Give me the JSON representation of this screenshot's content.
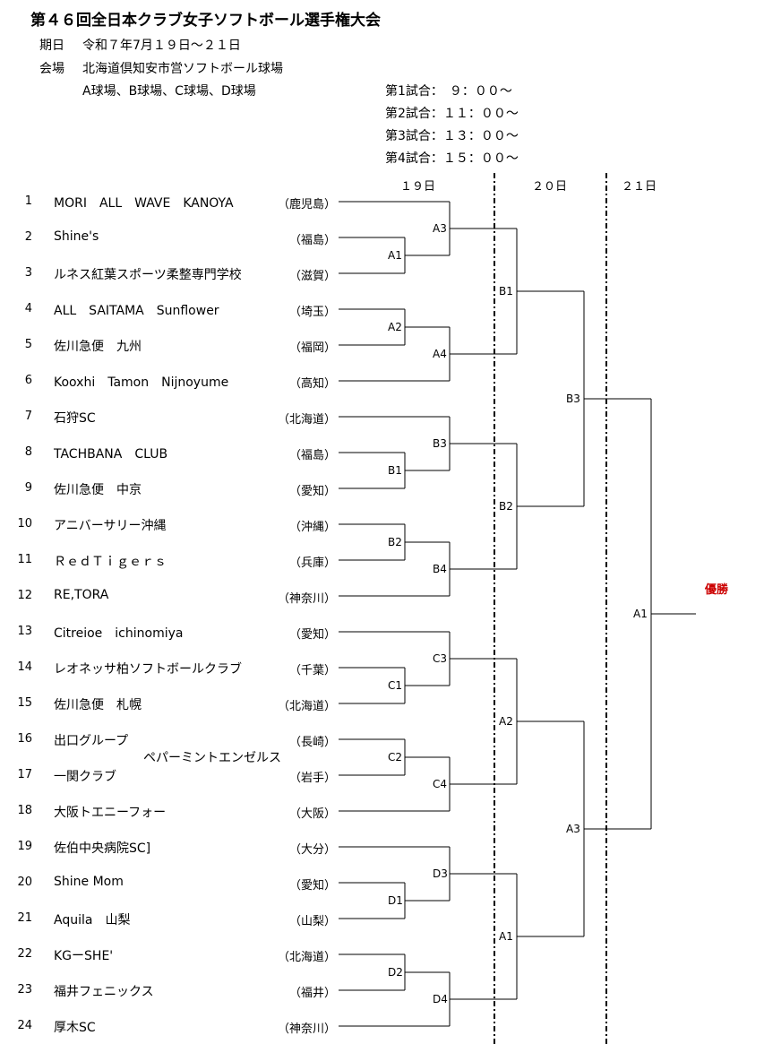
{
  "header": {
    "title": "第４６回全日本クラブ女子ソフトボール選手権大会",
    "date_label": "期日",
    "date_value": "令和７年7月１９日～２１日",
    "venue_label": "会場",
    "venue_value": "北海道倶知安市営ソフトボール球場",
    "fields": "A球場、B球場、C球場、D球場"
  },
  "schedule": [
    "第1試合：　９：００～",
    "第2試合：１１：００～",
    "第3試合：１３：００～",
    "第4試合：１５：００～"
  ],
  "days": [
    "１９日",
    "２０日",
    "２１日"
  ],
  "teams": [
    {
      "num": "1",
      "name": "MORI　ALL　WAVE　KANOYA",
      "pref": "（鹿児島）"
    },
    {
      "num": "2",
      "name": "Shine's",
      "pref": "（福島）"
    },
    {
      "num": "3",
      "name": "ルネス紅葉スポーツ柔整専門学校",
      "pref": "（滋賀）"
    },
    {
      "num": "4",
      "name": "ALL　SAITAMA　Sunflower",
      "pref": "（埼玉）"
    },
    {
      "num": "5",
      "name": "佐川急便　九州",
      "pref": "（福岡）"
    },
    {
      "num": "6",
      "name": "Kooxhi　Tamon　Nijnoyume",
      "pref": "（高知）"
    },
    {
      "num": "7",
      "name": "石狩SC",
      "pref": "（北海道）"
    },
    {
      "num": "8",
      "name": "TACHBANA　CLUB",
      "pref": "（福島）"
    },
    {
      "num": "9",
      "name": "佐川急便　中京",
      "pref": "（愛知）"
    },
    {
      "num": "10",
      "name": "アニバーサリー沖縄",
      "pref": "（沖縄）"
    },
    {
      "num": "11",
      "name": "ＲｅｄＴｉｇｅｒｓ",
      "pref": "（兵庫）"
    },
    {
      "num": "12",
      "name": "RE,TORA",
      "pref": "（神奈川）"
    },
    {
      "num": "13",
      "name": "Citreioe　ichinomiya",
      "pref": "（愛知）"
    },
    {
      "num": "14",
      "name": "レオネッサ柏ソフトボールクラブ",
      "pref": "（千葉）"
    },
    {
      "num": "15",
      "name": "佐川急便　札幌",
      "pref": "（北海道）"
    },
    {
      "num": "16",
      "name": "出口グループ",
      "pref": "（長崎）"
    },
    {
      "num": "17",
      "name": "一関クラブ",
      "pref": "（岩手）"
    },
    {
      "num": "18",
      "name": "大阪トエニーフォー",
      "pref": "（大阪）"
    },
    {
      "num": "19",
      "name": "佐伯中央病院SC]",
      "pref": "（大分）"
    },
    {
      "num": "20",
      "name": "Shine Mom",
      "pref": "（愛知）"
    },
    {
      "num": "21",
      "name": "Aquila　山梨",
      "pref": "（山梨）"
    },
    {
      "num": "22",
      "name": "KGーSHE'",
      "pref": "（北海道）"
    },
    {
      "num": "23",
      "name": "福井フェニックス",
      "pref": "（福井）"
    },
    {
      "num": "24",
      "name": "厚木SC",
      "pref": "（神奈川）"
    }
  ],
  "team16_subtitle": "ペパーミントエンゼルス",
  "matches": {
    "r1": [
      "A1",
      "A2",
      "B1",
      "B2",
      "C1",
      "C2",
      "D1",
      "D2"
    ],
    "r2": [
      "A3",
      "A4",
      "B3",
      "B4",
      "C3",
      "C4",
      "D3",
      "D4"
    ],
    "r3": [
      "B1",
      "B2",
      "A2",
      "A1"
    ],
    "r4": [
      "B3",
      "A3"
    ],
    "final": "A1"
  },
  "champion": "優勝"
}
